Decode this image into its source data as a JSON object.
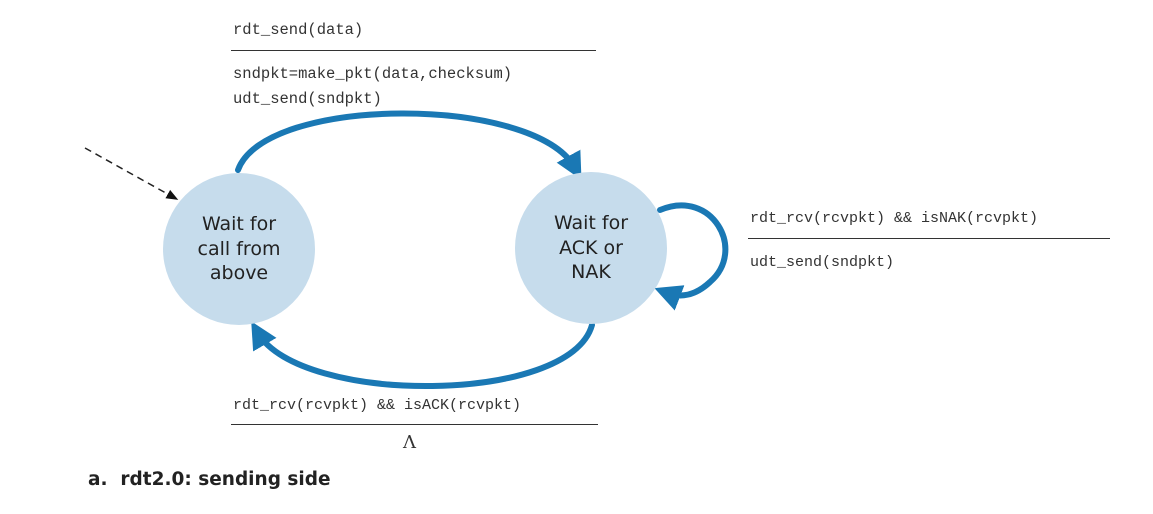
{
  "colors": {
    "state_fill": "#c6dcec",
    "arrow": "#1a78b4",
    "text": "#333333"
  },
  "states": {
    "wait_call": [
      "Wait for",
      "call from",
      "above"
    ],
    "wait_ack": [
      "Wait for",
      "ACK or",
      "NAK"
    ]
  },
  "transitions": {
    "send": {
      "event": "rdt_send(data)",
      "actions": [
        "sndpkt=make_pkt(data,checksum)",
        "udt_send(sndpkt)"
      ]
    },
    "nak": {
      "event": "rdt_rcv(rcvpkt) && isNAK(rcvpkt)",
      "action": "udt_send(sndpkt)"
    },
    "ack": {
      "event": "rdt_rcv(rcvpkt) && isACK(rcvpkt)",
      "action": "Λ"
    }
  },
  "caption": "a.  rdt2.0: sending side"
}
